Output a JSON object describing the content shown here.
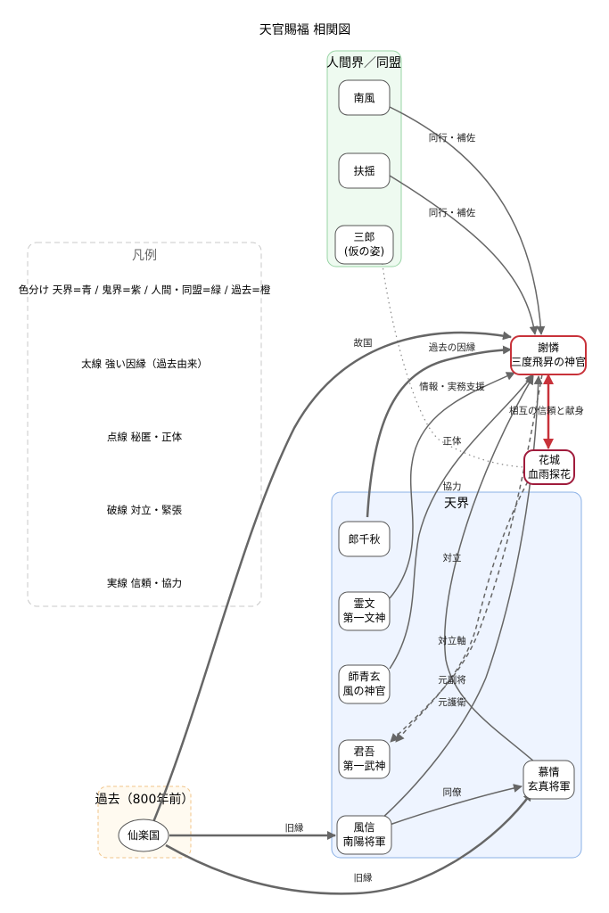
{
  "title": "天官賜福 相関図",
  "colors": {
    "heaven_fill": "#eef4ff",
    "heaven_stroke": "#8ab0e6",
    "human_fill": "#eefaf0",
    "human_stroke": "#98d4a5",
    "past_fill": "#fffaf0",
    "past_stroke": "#f0c48a",
    "legend_stroke": "#c8c8c8",
    "node_stroke": "#555555",
    "key_stroke": "#c8323a",
    "edge": "#666666"
  },
  "clusters": {
    "human": "人間界／同盟",
    "heaven": "天界",
    "past": "過去（800年前）"
  },
  "legend": {
    "title": "凡例",
    "items": [
      "色分け 天界=青 / 鬼界=紫 / 人間・同盟=緑 / 過去=橙",
      "太線 強い因縁（過去由来）",
      "点線 秘匿・正体",
      "破線 対立・緊張",
      "実線 信頼・協力"
    ]
  },
  "nodes": {
    "nanfeng": "南風",
    "fuyao": "扶揺",
    "sanlang": [
      "三郎",
      "(仮の姿)"
    ],
    "xielian": [
      "謝憐",
      "三度飛昇の神官"
    ],
    "huacheng": [
      "花城",
      "血雨探花"
    ],
    "langqianqiu": "郎千秋",
    "lingwen": [
      "霊文",
      "第一文神"
    ],
    "shiqingxuan": [
      "師青玄",
      "風の神官"
    ],
    "junwu": [
      "君吾",
      "第一武神"
    ],
    "muqing": [
      "慕情",
      "玄真将軍"
    ],
    "fengxin": [
      "風信",
      "南陽将軍"
    ],
    "xianle": "仙楽国"
  },
  "edge_labels": {
    "nanfeng_xielian": "同行・補佐",
    "fuyao_xielian": "同行・補佐",
    "xianle_xielian": "故国",
    "lang_xielian": "過去の因縁",
    "lingwen_xielian": "情報・実務支援",
    "sanlang_huacheng": "正体",
    "xielian_huacheng": "相互の信頼と献身",
    "shi_xielian": "協力",
    "huacheng_junwu": "対立",
    "xielian_junwu": "対立軸",
    "fengxin_xielian": "元副将",
    "muqing_xielian": "元護衛",
    "fengxin_muqing": "同僚",
    "xianle_fengxin": "旧縁",
    "xianle_muqing": "旧縁"
  }
}
